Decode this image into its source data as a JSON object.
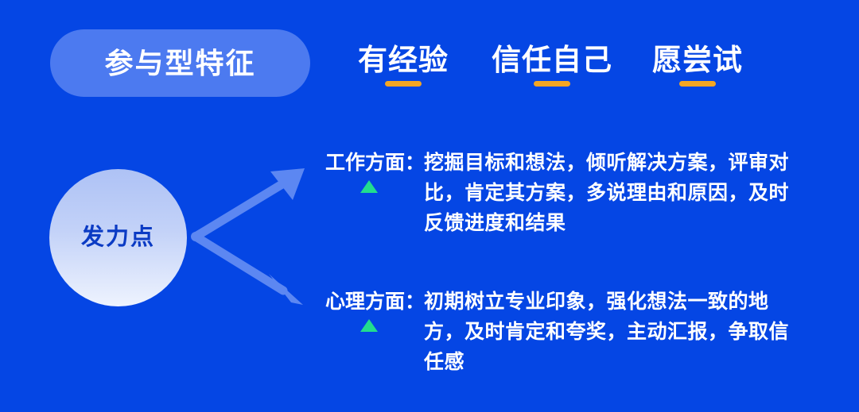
{
  "slide": {
    "background_color": "#0546E4",
    "accent_color": "#F5A623",
    "marker_color": "#22DD8E",
    "arrow_color": "#5C87F2"
  },
  "header": {
    "pill": {
      "label": "参与型特征",
      "background_color": "#4C7AF0",
      "text_color": "#FFFFFF"
    },
    "tags": [
      {
        "label": "有经验"
      },
      {
        "label": "信任自己"
      },
      {
        "label": "愿尝试"
      }
    ]
  },
  "diagram": {
    "source_node": {
      "label": "发力点",
      "text_color": "#0B3BC4"
    },
    "branches": [
      {
        "label": "工作方面：",
        "body": "挖掘目标和想法，倾听解决方案，评审对比，肯定其方案，多说理由和原因，及时反馈进度和结果"
      },
      {
        "label": "心理方面：",
        "body": "初期树立专业印象，强化想法一致的地方，及时肯定和夸奖，主动汇报，争取信任感"
      }
    ]
  }
}
